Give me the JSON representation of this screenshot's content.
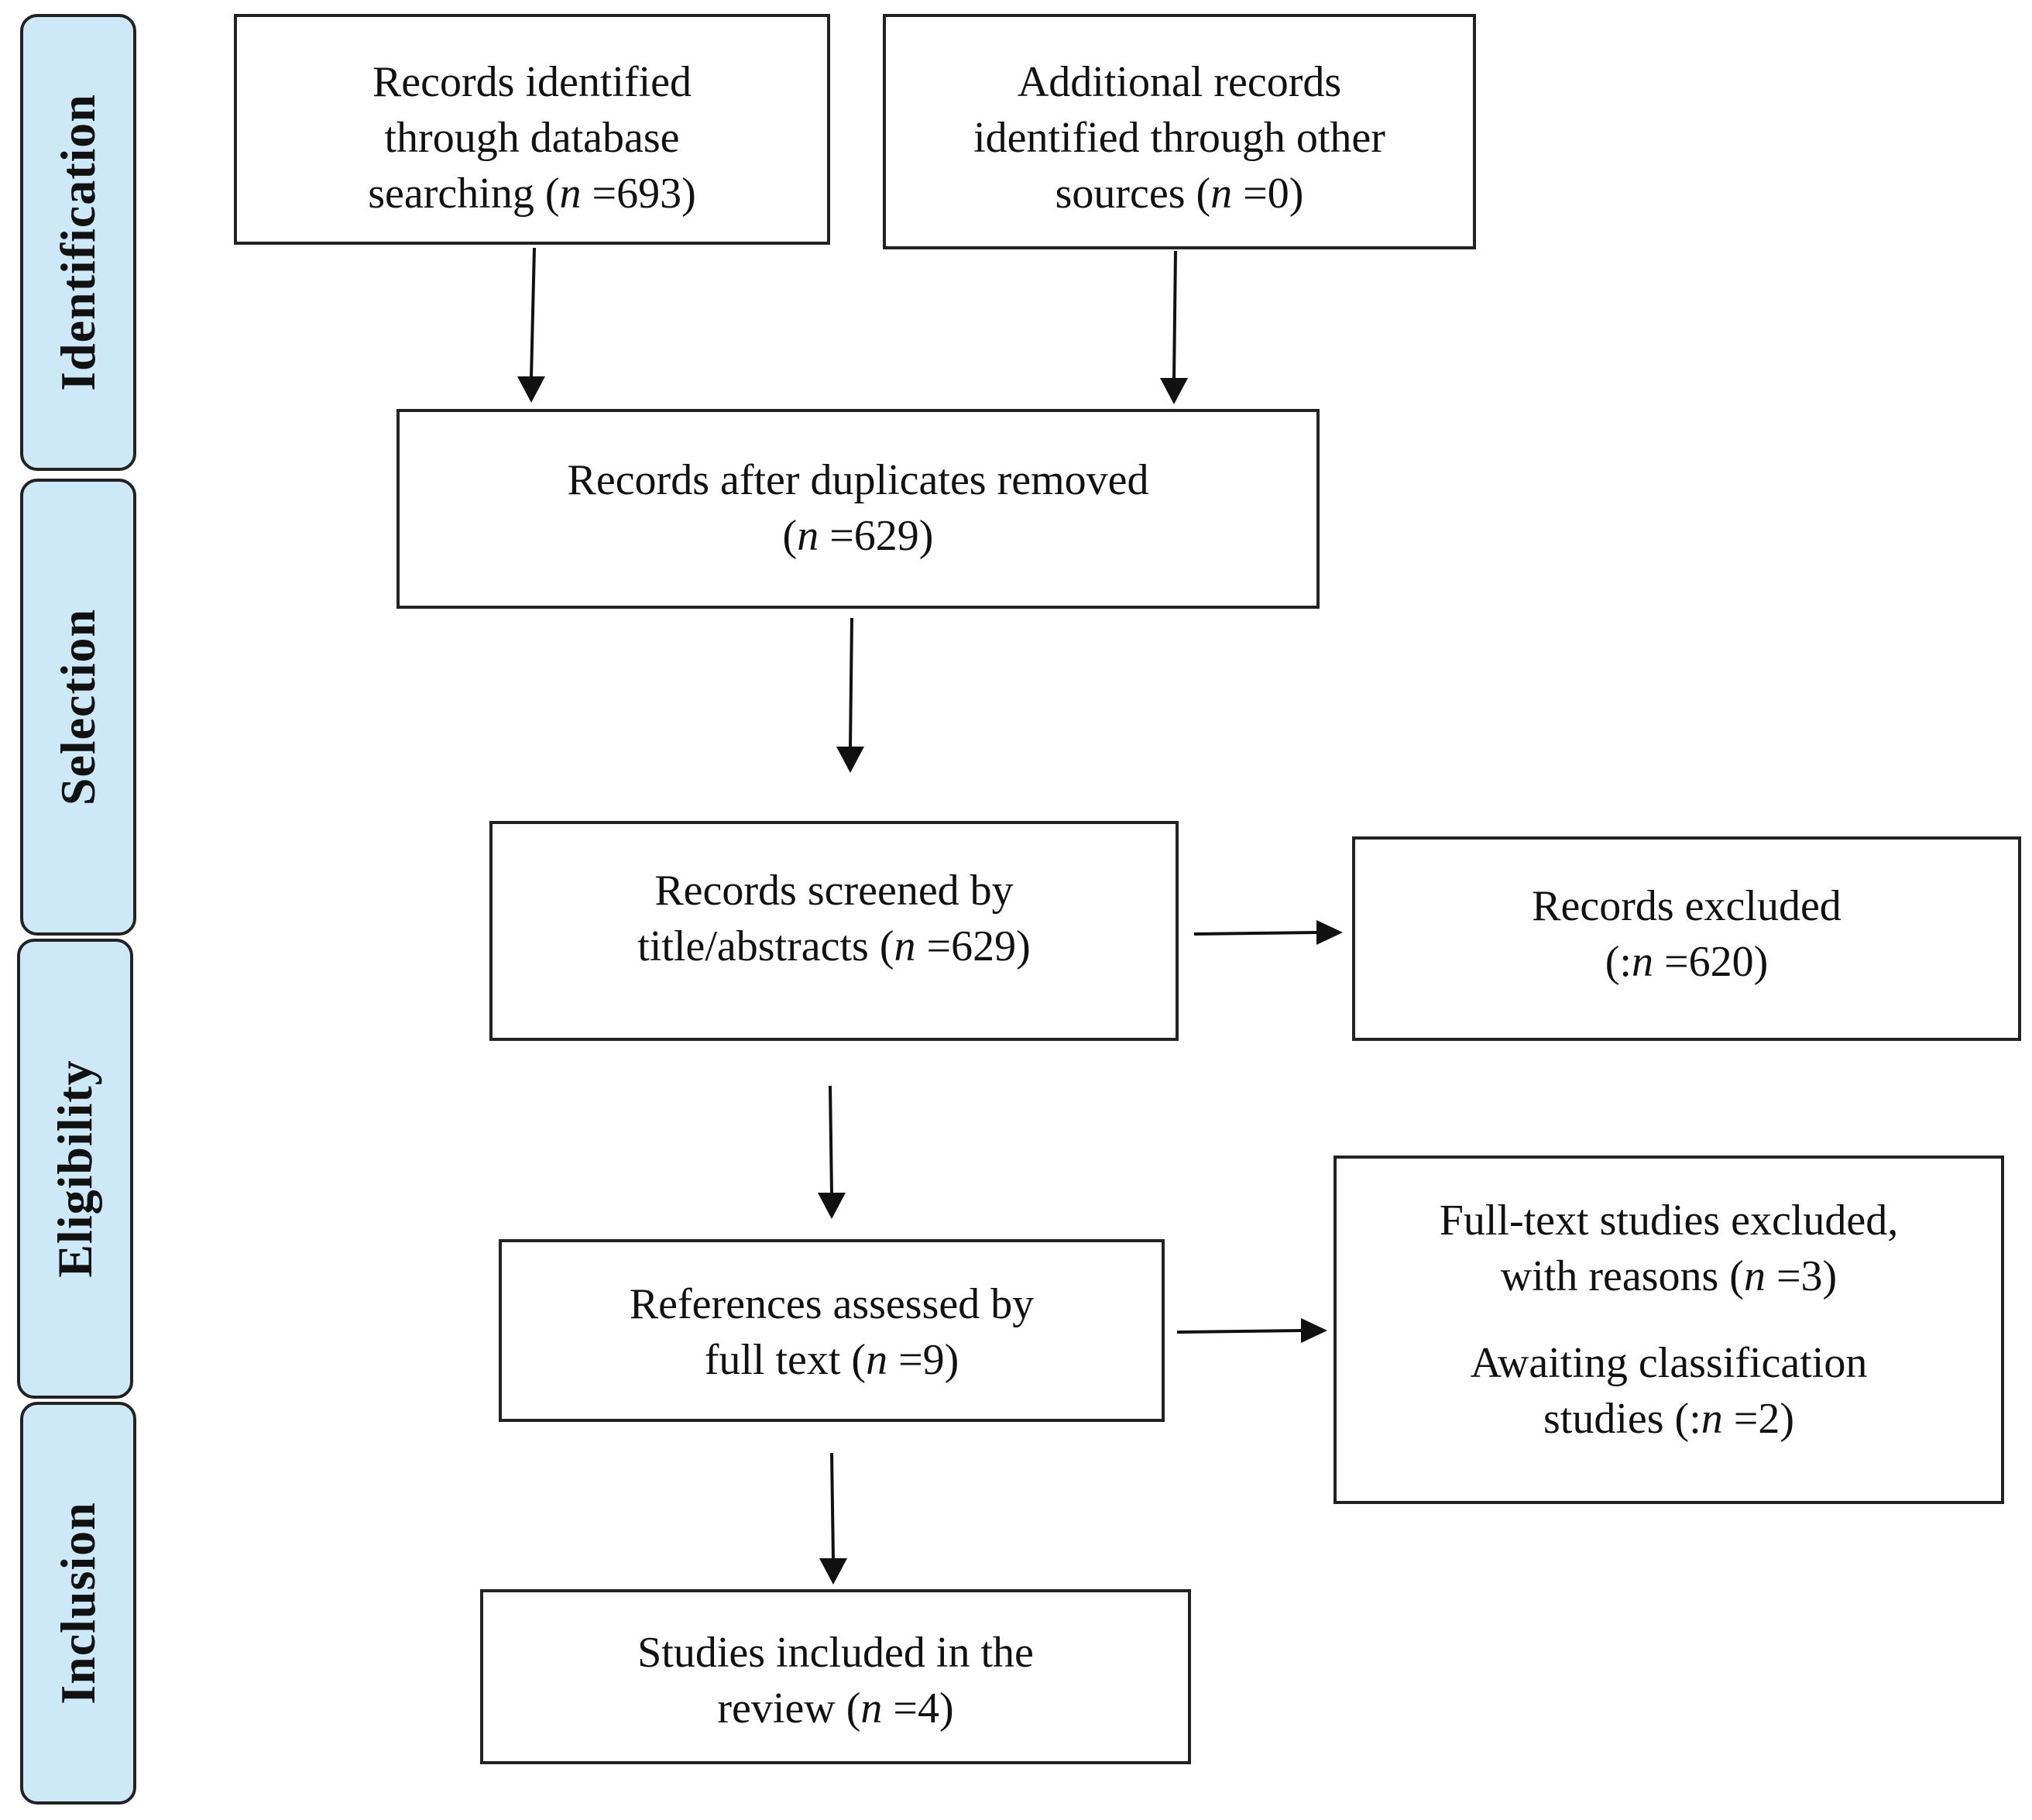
{
  "stages": {
    "identification": "Identification",
    "selection": "Selection",
    "eligibility": "Eligibility",
    "inclusion": "Inclusion"
  },
  "boxes": {
    "database_records": {
      "line1": "Records identified",
      "line2": "through database",
      "line3_prefix": "searching (",
      "n": "n",
      "line3_suffix": " =693)"
    },
    "other_sources": {
      "line1": "Additional records",
      "line2": "identified through other",
      "line3_prefix": "sources (",
      "n": "n",
      "line3_suffix": " =0)"
    },
    "duplicates_removed": {
      "line1": "Records after duplicates removed",
      "line2_prefix": "(",
      "n": "n",
      "line2_suffix": " =629)"
    },
    "screened": {
      "line1": "Records screened by",
      "line2_prefix": "title/abstracts (",
      "n": "n",
      "line2_suffix": " =629)"
    },
    "excluded": {
      "line1": "Records excluded",
      "line2_prefix": "(:",
      "n": "n",
      "line2_suffix": " =620)"
    },
    "full_text": {
      "line1": "References assessed by",
      "line2_prefix": "full text (",
      "n": "n",
      "line2_suffix": " =9)"
    },
    "full_text_excluded": {
      "line1": "Full-text studies excluded,",
      "line2_prefix": "with reasons (",
      "n": "n",
      "line2_suffix": " =3)",
      "line3": "Awaiting classification",
      "line4_prefix": "studies (:",
      "n2": "n",
      "line4_suffix": " =2)"
    },
    "included": {
      "line1": "Studies included in the",
      "line2_prefix": "review (",
      "n": "n",
      "line2_suffix": " =4)"
    }
  }
}
